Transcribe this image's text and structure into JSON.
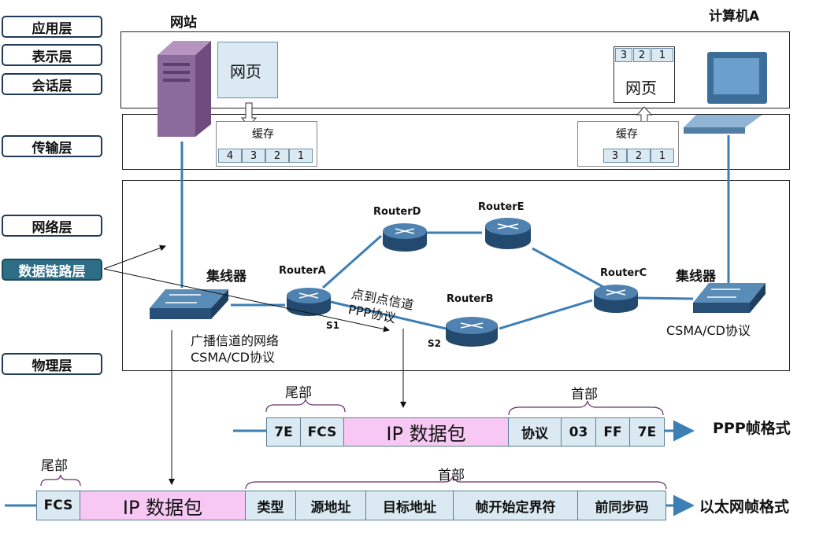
{
  "layers": [
    "应用层",
    "表示层",
    "会话层",
    "传输层",
    "网络层",
    "数据链路层",
    "物理层"
  ],
  "website_label": "网站",
  "computer_label": "计算机A",
  "webpage_label": "网页",
  "cache_label": "缓存",
  "left_cache_cells": [
    "4",
    "3",
    "2",
    "1"
  ],
  "right_cache_cells": [
    "3",
    "2",
    "1"
  ],
  "right_page_cells": [
    "3",
    "2",
    "1"
  ],
  "routers": {
    "a": "RouterA",
    "b": "RouterB",
    "c": "RouterC",
    "d": "RouterD",
    "e": "RouterE"
  },
  "hub_label": "集线器",
  "s1": "S1",
  "s2": "S2",
  "ppp_channel": [
    "点到点信道",
    "PPP协议"
  ],
  "broadcast_channel": [
    "广播信道的网络",
    "CSMA/CD协议"
  ],
  "right_csma": "CSMA/CD协议",
  "tail_label": "尾部",
  "head_label": "首部",
  "ppp_frame": {
    "cells": [
      "7E",
      "FCS",
      "IP 数据包",
      "协议",
      "03",
      "FF",
      "7E"
    ],
    "title": "PPP帧格式"
  },
  "eth_frame": {
    "cells": [
      "FCS",
      "IP 数据包",
      "类型",
      "源地址",
      "目标地址",
      "帧开始定界符",
      "前同步码"
    ],
    "title": "以太网帧格式"
  }
}
